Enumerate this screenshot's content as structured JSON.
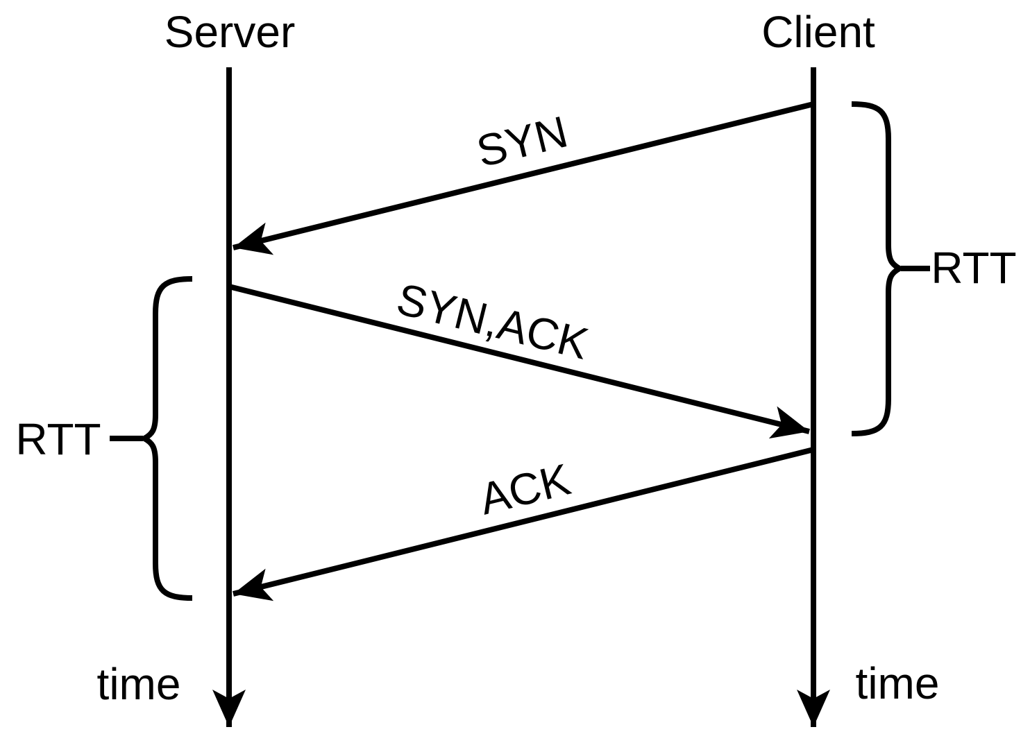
{
  "diagram": {
    "title_hint": "TCP connection setup sequence diagram",
    "colors": {
      "ink": "#000000",
      "background": "#ffffff"
    },
    "actors": [
      {
        "id": "server",
        "label": "Server",
        "side": "left"
      },
      {
        "id": "client",
        "label": "Client",
        "side": "right"
      }
    ],
    "messages": [
      {
        "label": "SYN",
        "from": "Client",
        "to": "Server"
      },
      {
        "label": "SYN,ACK",
        "from": "Server",
        "to": "Client"
      },
      {
        "label": "ACK",
        "from": "Client",
        "to": "Server"
      }
    ],
    "annotations": {
      "rtt_client_side": "RTT",
      "rtt_server_side": "RTT",
      "time_server": "time",
      "time_client": "time"
    }
  }
}
